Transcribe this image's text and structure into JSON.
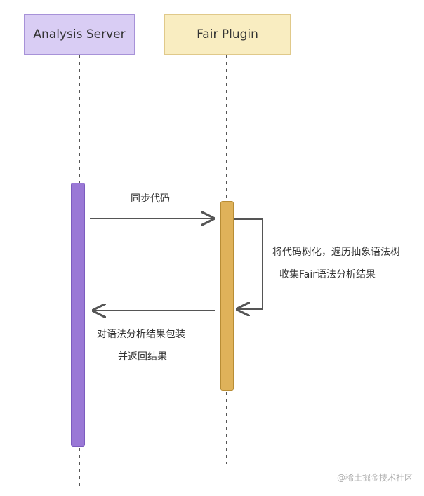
{
  "participants": {
    "analysis_server": "Analysis Server",
    "fair_plugin": "Fair Plugin"
  },
  "messages": {
    "sync_code": "同步代码",
    "self_call_line1": "将代码树化，遍历抽象语法树",
    "self_call_line2": "收集Fair语法分析结果",
    "return_line1": "对语法分析结果包装",
    "return_line2": "并返回结果"
  },
  "watermark": "@稀土掘金技术社区",
  "colors": {
    "analysis_fill": "#d9cdf4",
    "analysis_activation": "#9a78d6",
    "plugin_fill": "#f9edc1",
    "plugin_activation": "#dfb25a",
    "line": "#555555"
  }
}
